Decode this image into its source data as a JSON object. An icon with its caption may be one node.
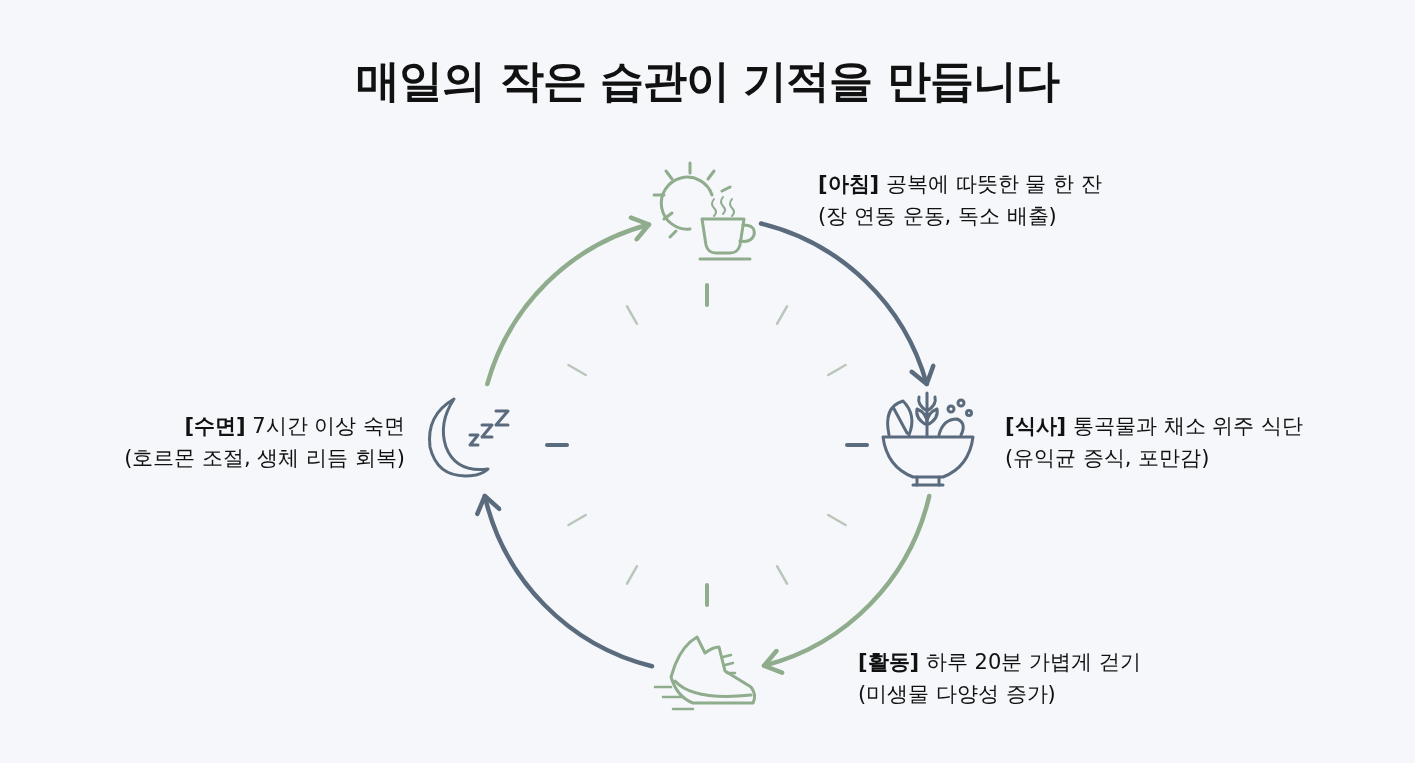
{
  "diagram": {
    "title": "매일의 작은 습관이 기적을 만듭니다",
    "nodes": [
      {
        "text": [],
        "shape": "picture",
        "beside": [
          "**[아침]** 공복에 따뜻한 물 한 잔",
          "(장 연동 운동, 독소 배출)"
        ]
      },
      {
        "text": [],
        "shape": "picture",
        "beside": [
          "**[식사]** 통곡물과 채소 위주 식단",
          "(유익균 증식, 포만감)"
        ]
      },
      {
        "text": [],
        "shape": "picture",
        "beside": [
          "**[활동]** 하루 20분 가볍게 걷기",
          "(미생물 다양성 증가)"
        ]
      },
      {
        "text": [],
        "shape": "picture",
        "beside": [
          "**[수면]** 7시간 이상 숙면",
          "(호르몬 조절, 생체 리듬 회복)"
        ]
      }
    ],
    "edges": [
      {
        "from": 0,
        "to": 1,
        "arrow": "to",
        "color": "#5b6b7e"
      },
      {
        "from": 1,
        "to": 2,
        "arrow": "to",
        "color": "#8fac8c"
      },
      {
        "from": 2,
        "to": 3,
        "arrow": "to",
        "color": "#5b6b7e"
      },
      {
        "from": 3,
        "to": 0,
        "arrow": "to",
        "color": "#8fac8c"
      }
    ]
  }
}
